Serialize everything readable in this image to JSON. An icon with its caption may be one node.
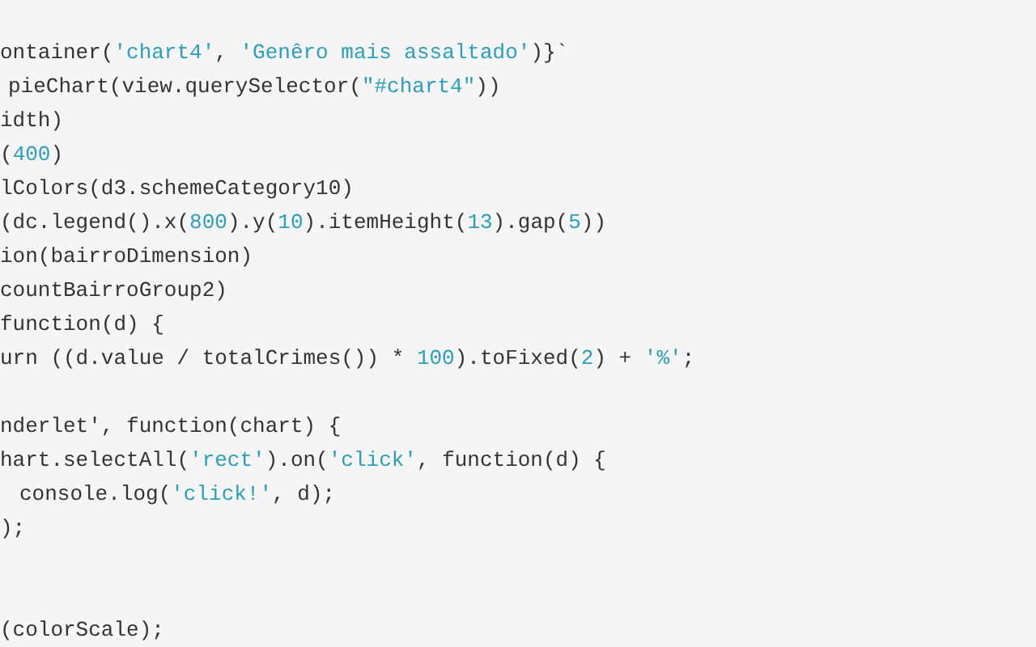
{
  "diagram": {
    "labels": [
      "ontainer('chart4', 'Genêro mais assaltado')}`",
      "pieChart(view.querySelector(\"#chart4\"))",
      "idth)",
      "(400)",
      "lColors(d3.schemeCategory10)",
      "(dc.legend().x(800).y(10).itemHeight(13).gap(5))",
      "ion(bairroDimension)",
      "countBairroGroup2)",
      "function(d) {",
      "urn ((d.value / totalCrimes()) * 100).toFixed(2) + '%';",
      "nderlet', function(chart) {",
      "hart.selectAll('rect').on('click', function(d) {",
      "console.log('click!', d);",
      ");",
      "(colorScale);"
    ]
  }
}
